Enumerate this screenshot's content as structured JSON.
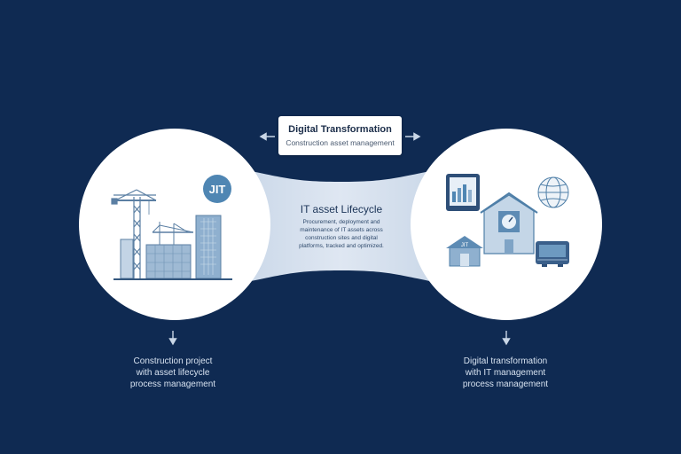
{
  "header": {
    "title": "Digital Transformation",
    "subtitle": "Construction asset management"
  },
  "center": {
    "title": "IT asset Lifecycle",
    "body_lines": [
      "Procurement, deployment and",
      "maintenance of IT assets across",
      "construction sites and digital",
      "platforms, tracked and optimized."
    ]
  },
  "left": {
    "badge": "JIT",
    "caption_lines": [
      "Construction project",
      "with asset lifecycle",
      "process management"
    ]
  },
  "right": {
    "caption_lines": [
      "Digital transformation",
      "with IT management",
      "process management"
    ]
  },
  "colors": {
    "background": "#0f2a52",
    "circle": "#ffffff",
    "bridge": "#d3deec",
    "accent": "#4f7fa8",
    "icon_light": "#9fbad4"
  },
  "icons": {
    "top_arrows": "double-headed-arrow-icon",
    "down_arrows": "arrow-down-icon",
    "left": [
      "tower-crane-icon",
      "construction-building-icon",
      "office-building-icon",
      "jit-badge-icon"
    ],
    "right": [
      "tablet-chart-icon",
      "house-gauge-icon",
      "globe-icon",
      "small-house-icon",
      "server-device-icon"
    ]
  }
}
